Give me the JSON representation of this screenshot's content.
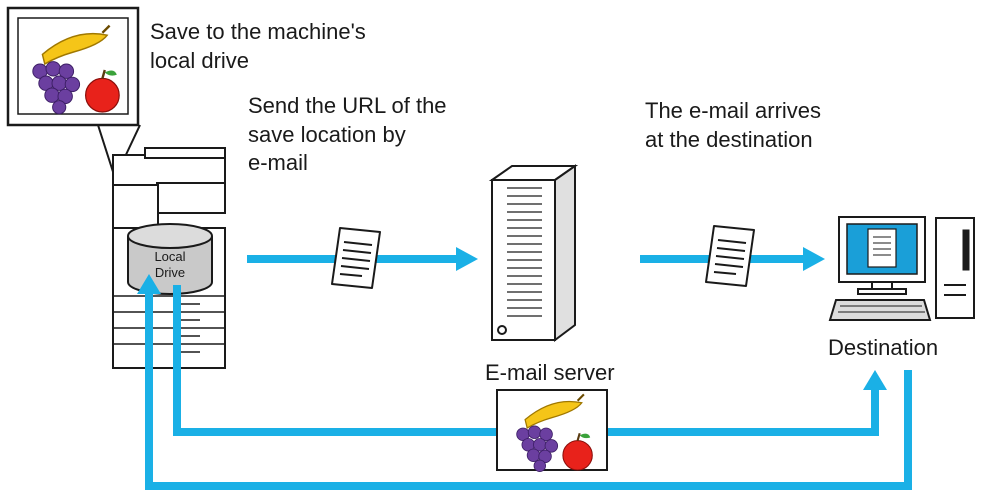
{
  "labels": {
    "save_local": "Save to the machine's\nlocal drive",
    "send_url": "Send the URL of the\nsave location by\ne-mail",
    "email_arrives": "The e-mail arrives\nat the destination",
    "local_drive": "Local\nDrive",
    "email_server": "E-mail server",
    "destination": "Destination"
  },
  "colors": {
    "arrow": "#1ab0e6",
    "line": "#1a1a1a",
    "screen": "#1a9fd8"
  }
}
